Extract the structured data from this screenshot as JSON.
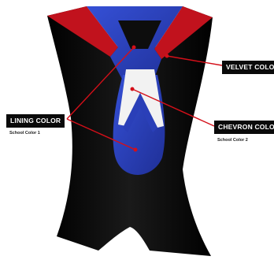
{
  "callouts": {
    "lining": {
      "label": "LINING COLOR",
      "sub": "School Color 1"
    },
    "velvet": {
      "label": "VELVET COLOR"
    },
    "chevron": {
      "label": "CHEVRON COLOR",
      "sub": "School Color 2"
    }
  },
  "colors": {
    "shell": "#0b0b0b",
    "velvet": "#c1121d",
    "lining": "#2a3fb8",
    "chevron": "#f2f2f2",
    "leader": "#d40f19"
  }
}
